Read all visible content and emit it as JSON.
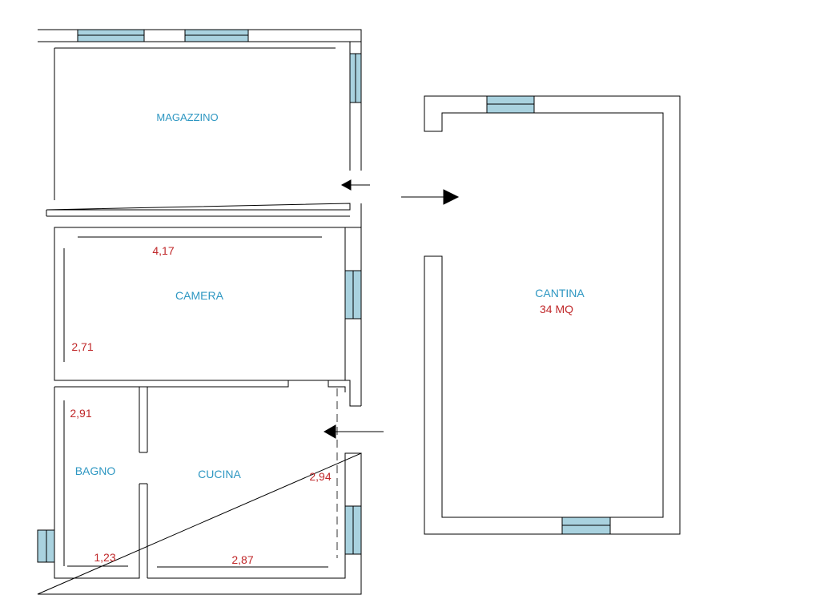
{
  "colors": {
    "wall": "#000000",
    "wall_fill": "#ffffff",
    "window_glass": "#a9d2df",
    "room_label": "#2e97c2",
    "dimension": "#c0282a",
    "arrow": "#000000"
  },
  "rooms": {
    "magazzino": "MAGAZZINO",
    "camera": "CAMERA",
    "bagno": "BAGNO",
    "cucina": "CUCINA",
    "cantina": "CANTINA",
    "cantina_area": "34 MQ"
  },
  "dimensions": {
    "camera_width": "4,17",
    "camera_depth": "2,71",
    "bagno_depth": "2,91",
    "bagno_width": "1,23",
    "cucina_depth": "2,94",
    "cucina_width": "2,87"
  },
  "icons": {
    "window": "window-icon",
    "arrow": "arrow-left-icon / arrow-right-icon"
  }
}
